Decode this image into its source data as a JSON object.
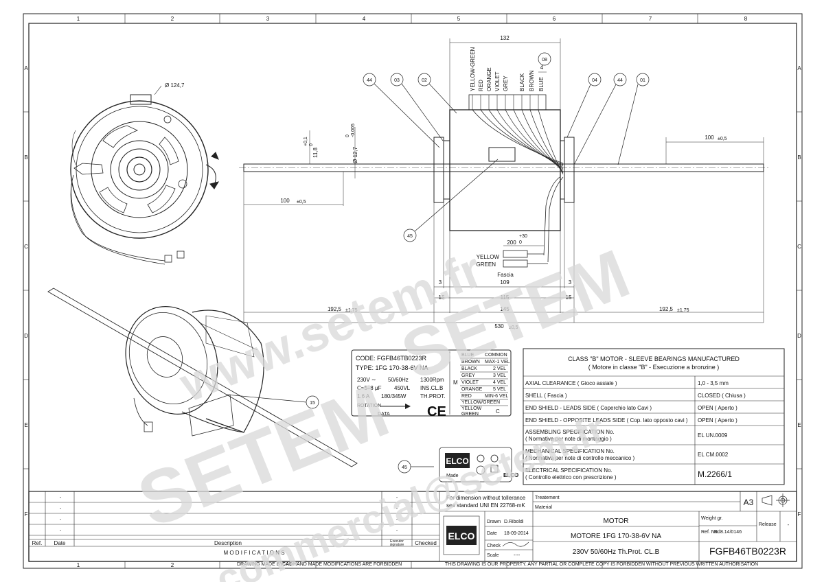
{
  "grid": {
    "columns": [
      "1",
      "2",
      "3",
      "4",
      "5",
      "6",
      "7",
      "8"
    ],
    "rows": [
      "A",
      "B",
      "C",
      "D",
      "E",
      "F"
    ]
  },
  "watermark": {
    "url": "www.setem.fr",
    "brand": "SETEM",
    "email": "commercial@setem.fr"
  },
  "callouts": {
    "c44a": "44",
    "c03": "03",
    "c02": "02",
    "c08": "08",
    "c04": "04",
    "c44b": "44",
    "c01": "01",
    "c45a": "45",
    "c15": "15",
    "c45b": "45"
  },
  "wire_colors": [
    "YELLOW-GREEN",
    "RED",
    "ORANGE",
    "VIOLET",
    "GREY",
    "BLACK",
    "BROWN",
    "BLUE"
  ],
  "dimensions": {
    "d132": "132",
    "d4": "4",
    "dia_124": "Ø 124,7",
    "d11_8": "11,8",
    "d11_8_tol_top": "+0,1",
    "d11_8_tol_bot": "0",
    "dia_12_7": "Ø 12,7",
    "dia_12_7_tol_top": "0",
    "dia_12_7_tol_bot": "-0,005",
    "d100_left": "100",
    "d100_right": "100",
    "tol_0_5": "±0,5",
    "d200": "200",
    "d200_tol_top": "+30",
    "d200_tol_bot": "0",
    "d3_left": "3",
    "d109": "109",
    "d3_right": "3",
    "d15_left": "15",
    "d115": "115",
    "d15_right": "15",
    "d192_left": "192,5",
    "d145": "145",
    "d192_right": "192,5",
    "tol_1_75": "±1,75",
    "d530": "530",
    "lead_yellow": "YELLOW",
    "lead_green": "GREEN",
    "fascia": "Fascia",
    "fascia_label": "Fascia"
  },
  "nameplate": {
    "code": "CODE: FGFB46TB0223R",
    "type": "TYPE: 1FG 170-38-6V NA",
    "r1a": "230V ∼",
    "r1b": "50/60Hz",
    "r1c": "1300Rpm",
    "r2a": "C=5÷8 μF",
    "r2b": "450VL",
    "r2c": "INS.CL.B",
    "r3a": "1.6 A",
    "r3b": "180/345W",
    "r3c": "TH.PROT.",
    "rotation": "ROTATION",
    "data": "DATA",
    "ce": "CE",
    "m": "M",
    "wiring": [
      [
        "BLUE",
        "COMMON"
      ],
      [
        "BROWN",
        "MAX-1 VEL"
      ],
      [
        "BLACK",
        "2 VEL"
      ],
      [
        "GREY",
        "3 VEL"
      ],
      [
        "VIOLET",
        "4 VEL"
      ],
      [
        "ORANGE",
        "5 VEL"
      ],
      [
        "RED",
        "MIN-6 VEL"
      ],
      [
        "YELLOW/GREEN",
        ""
      ],
      [
        "YELLOW",
        ""
      ],
      [
        "GREEN",
        "C"
      ]
    ]
  },
  "spec_table": {
    "title": "CLASS \"B\" MOTOR - SLEEVE BEARINGS MANUFACTURED",
    "subtitle": "( Motore in classe \"B\" - Esecuzione a bronzine )",
    "rows": [
      {
        "label": "AXIAL CLEARANCE ( Gioco assiale )",
        "value": "1,0 - 3,5 mm"
      },
      {
        "label": "SHELL ( Fascia )",
        "value": "CLOSED ( Chiusa )"
      },
      {
        "label": "END SHIELD - LEADS SIDE ( Coperchio lato Cavi )",
        "value": "OPEN ( Aperto )"
      },
      {
        "label": "END SHIELD - OPPOSITE LEADS SIDE ( Cop. lato opposto cavi )",
        "value": "OPEN ( Aperto )"
      },
      {
        "label": "ASSEMBLING SPECIFICATION No.",
        "label2": "( Normativa per note di montaggio )",
        "value": "EL UN.0009"
      },
      {
        "label": "MECHANICAL SPECIFICATION No.",
        "label2": "( Normativa per note di controllo meccanico )",
        "value": "EL CM.0002"
      },
      {
        "label": "ELECTRICAL SPECIFICATION No.",
        "label2": "( Controllo elettrico con prescrizione )",
        "value": "M.2266/1"
      }
    ]
  },
  "logo_box": {
    "brand": "ELCO",
    "made": "Made",
    "brand2": "ELCO"
  },
  "title_block": {
    "tolerance_note": "For dimension without tollerance",
    "tolerance_note2": "see standard UNI EN 22768-mK",
    "treatment": "Treatement",
    "material": "Material",
    "sheet_size": "A3",
    "brand": "ELCO",
    "drawn": "Drawn",
    "drawn_by": "D.Riboldi",
    "date_label": "Date",
    "date": "18-09-2014",
    "check": "Check",
    "scale": "Scale",
    "scale_value": "----",
    "title1": "MOTOR",
    "title2": "MOTORE  1FG 170-38-6V NA",
    "title3": "230V   50/60Hz   Th.Prot.   CL.B",
    "weight": "Weight gr.",
    "ref_no_label": "Ref. No.",
    "ref_no": "Rd8.14/0146",
    "release": "Release",
    "release_value": "-",
    "drawing_no": "FGFB46TB0223R",
    "ref_col": "Ref.",
    "date_col": "Date",
    "desc_col": "Description",
    "exec_col": "Executor",
    "exec_col2": "signature",
    "checked_col": "Checked",
    "modifications": "M O D I F I C A T I O N S"
  },
  "footer": {
    "left_a": "DRAWING MADE BY",
    "left_b": "CAD",
    "left_c": "HAND MADE MODIFICATIONS ARE FORBIDDEN",
    "right": "THIS DRAWING IS OUR PROPERTY. ANY PARTIAL OR COMPLETE COPY IS FORBIDDEN WITHOUT PREVIOUS WRITTEN AUTHORISATION"
  }
}
